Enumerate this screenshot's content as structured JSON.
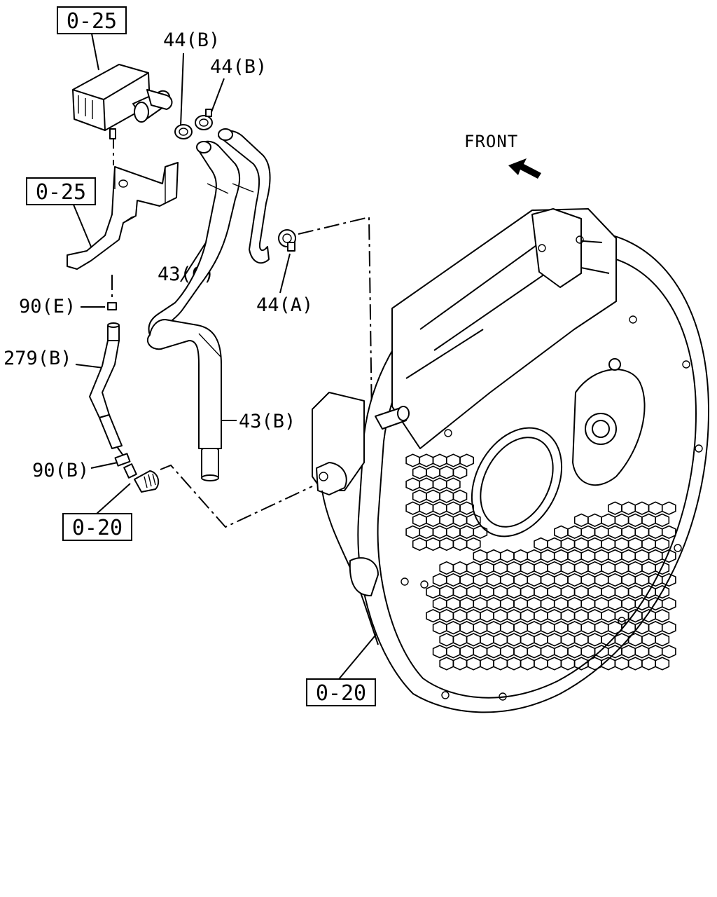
{
  "labels": {
    "ref_025_top": "0-25",
    "ref_025_mid": "0-25",
    "ref_020_left": "0-20",
    "ref_020_bottom": "0-20",
    "part_44b_1": "44(B)",
    "part_44b_2": "44(B)",
    "part_44a": "44(A)",
    "part_43c": "43(C)",
    "part_43b": "43(B)",
    "part_90e": "90(E)",
    "part_279b": "279(B)",
    "part_90b": "90(B)",
    "front": "FRONT"
  },
  "icons": {
    "front_arrow": "arrow-up-left-icon"
  },
  "colors": {
    "ink": "#000000",
    "paper": "#ffffff"
  }
}
